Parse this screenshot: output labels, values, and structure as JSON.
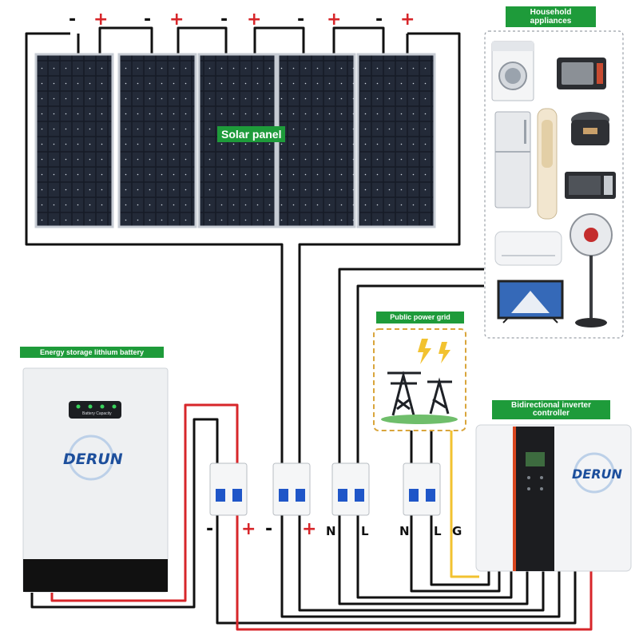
{
  "labels": {
    "solar_panel": "Solar panel",
    "household": "Household appliances",
    "grid": "Public power grid",
    "battery": "Energy storage lithium battery",
    "inverter": "Bidirectional inverter controller",
    "battery_display": "Battery Capacity",
    "brand": "DERUN"
  },
  "panel_terminals": [
    {
      "minus": "-",
      "plus": "+"
    },
    {
      "minus": "-",
      "plus": "+"
    },
    {
      "minus": "-",
      "plus": "+"
    },
    {
      "minus": "-",
      "plus": "+"
    },
    {
      "minus": "-",
      "plus": "+"
    }
  ],
  "breaker_terminals": {
    "battery_minus": "-",
    "battery_plus": "+",
    "pv_minus": "-",
    "pv_plus": "+",
    "load_n": "N",
    "load_l": "L",
    "grid_n": "N",
    "grid_l": "L",
    "grid_g": "G"
  },
  "colors": {
    "label_green": "#1e9b3a",
    "wire_black": "#111111",
    "wire_red": "#d7262a",
    "wire_yellow": "#f2c230",
    "panel_cell": "#151a24",
    "grid_border": "#d9a53b"
  }
}
